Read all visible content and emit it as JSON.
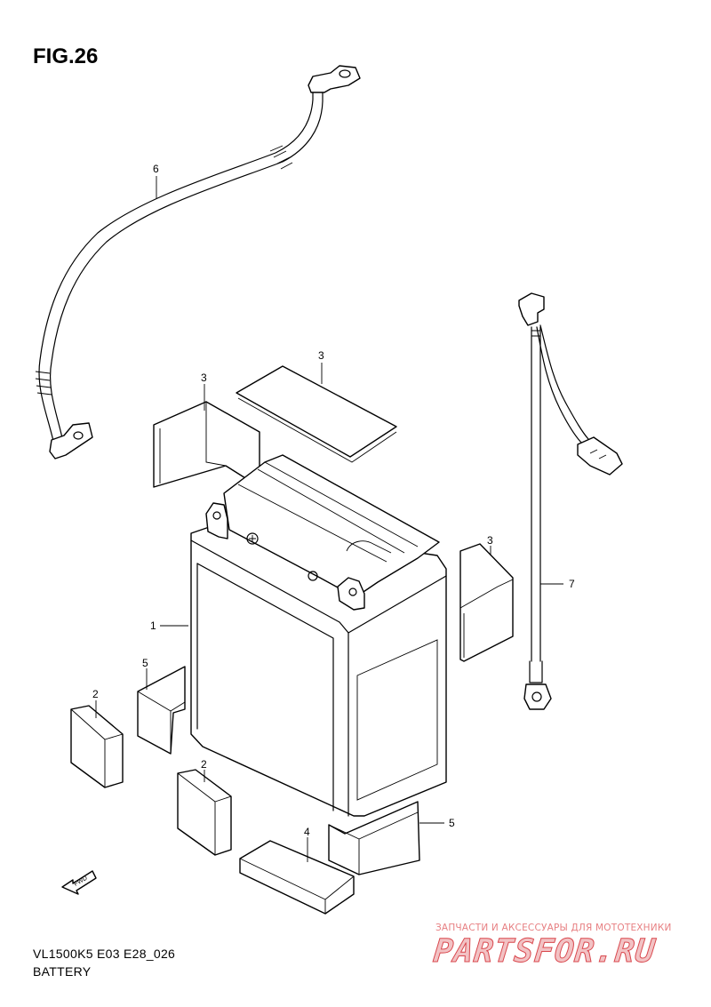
{
  "figure": {
    "title": "FIG.26"
  },
  "footer": {
    "model_code": "VL1500K5 E03 E28_026",
    "section": "BATTERY"
  },
  "fwd_label": "FWD",
  "callouts": [
    {
      "id": "c1",
      "label": "1"
    },
    {
      "id": "c2a",
      "label": "2"
    },
    {
      "id": "c2b",
      "label": "2"
    },
    {
      "id": "c3a",
      "label": "3"
    },
    {
      "id": "c3b",
      "label": "3"
    },
    {
      "id": "c3c",
      "label": "3"
    },
    {
      "id": "c4",
      "label": "4"
    },
    {
      "id": "c5a",
      "label": "5"
    },
    {
      "id": "c5b",
      "label": "5"
    },
    {
      "id": "c6",
      "label": "6"
    },
    {
      "id": "c7",
      "label": "7"
    }
  ],
  "watermark": {
    "subtitle": "ЗАПЧАСТИ И АКСЕССУАРЫ ДЛЯ МОТОТЕХНИКИ",
    "logo": "PARTSFOR.RU"
  }
}
